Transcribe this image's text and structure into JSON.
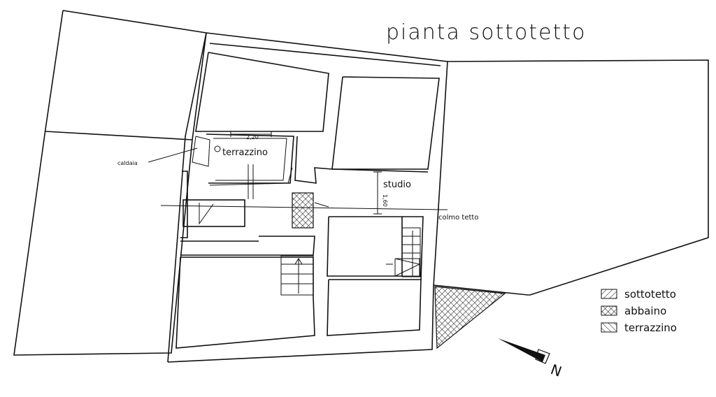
{
  "title": "pianta sottotetto",
  "rooms": {
    "terrazzino": "terrazzino",
    "studio": "studio"
  },
  "annotations": {
    "caldaia": "caldaia",
    "colmo": "colmo tetto",
    "dim_width": "2,20",
    "dim_height": "1,60"
  },
  "legend": [
    {
      "label": "sottotetto",
      "pattern": "hatch-diagonal"
    },
    {
      "label": "abbaino",
      "pattern": "hatch-cross"
    },
    {
      "label": "terrazzino",
      "pattern": "hatch-back-diagonal"
    }
  ],
  "north_arrow": {
    "icon": "north-arrow-icon",
    "letter": "N"
  },
  "colors": {
    "ink": "#111111",
    "paper": "#ffffff"
  }
}
